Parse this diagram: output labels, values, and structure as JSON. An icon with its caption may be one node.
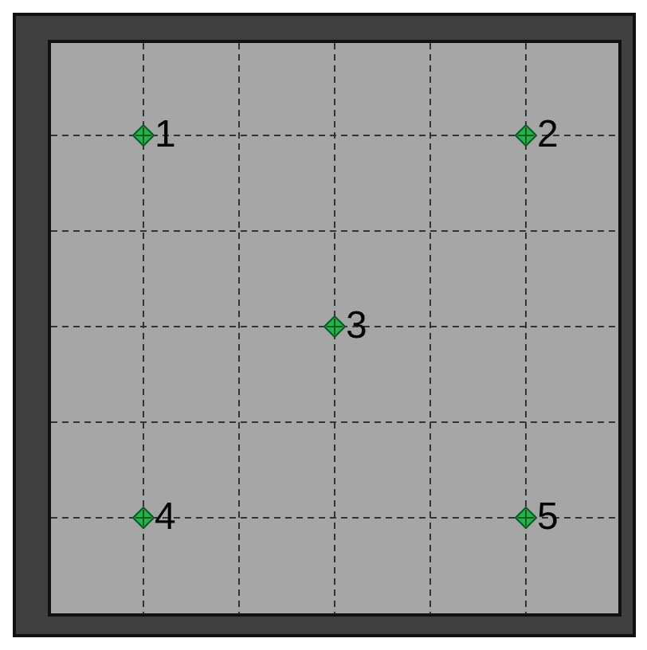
{
  "diagram": {
    "nodes": [
      {
        "text": [],
        "shape": "diamond",
        "beside": [
          "1"
        ]
      },
      {
        "text": [],
        "shape": "diamond",
        "beside": [
          "2"
        ]
      },
      {
        "text": [],
        "shape": "diamond",
        "beside": [
          "3"
        ]
      },
      {
        "text": [],
        "shape": "diamond",
        "beside": [
          "4"
        ]
      },
      {
        "text": [],
        "shape": "diamond",
        "beside": [
          "5"
        ]
      }
    ]
  }
}
